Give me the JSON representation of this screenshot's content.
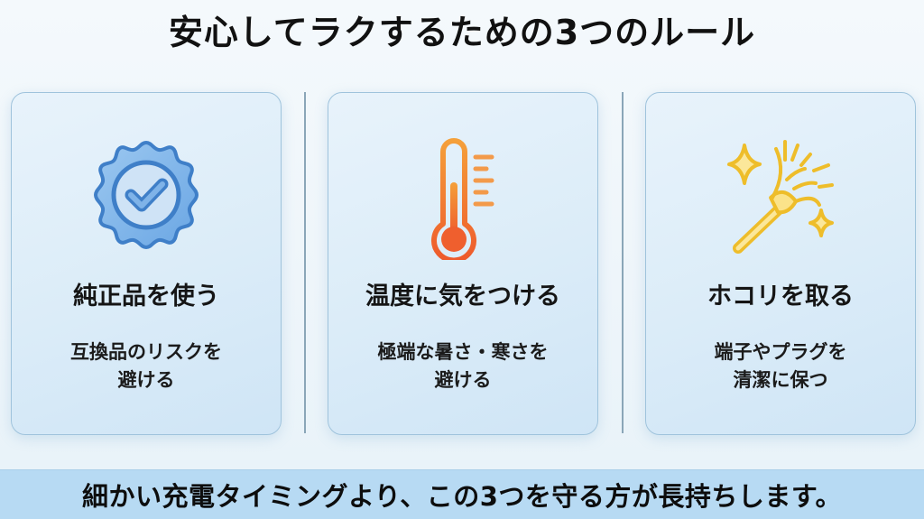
{
  "title": "安心してラクするための3つのルール",
  "cards": [
    {
      "icon": "verified-badge-check-icon",
      "title": "純正品を使う",
      "description": "互換品のリスクを\n避ける",
      "accent_color": "#4a8fd8"
    },
    {
      "icon": "thermometer-icon",
      "title": "温度に気をつける",
      "description": "極端な暑さ・寒さを\n避ける",
      "accent_color": "#f07a2e"
    },
    {
      "icon": "duster-sparkle-icon",
      "title": "ホコリを取る",
      "description": "端子やプラグを\n清潔に保つ",
      "accent_color": "#f0c02c"
    }
  ],
  "footer": {
    "message": "細かい充電タイミングより、この3つを守る方が長持ちします。",
    "background_color": "#b7daf3"
  }
}
